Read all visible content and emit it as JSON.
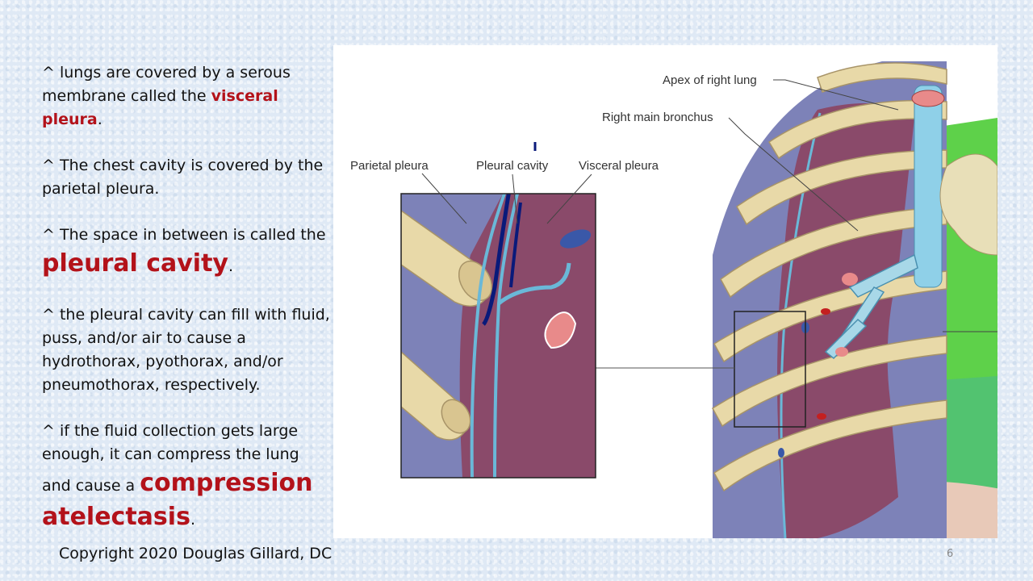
{
  "slide": {
    "bullet1": {
      "prefix": "^ lungs are covered by a serous membrane called the ",
      "highlight": "visceral pleura",
      "suffix": "."
    },
    "bullet2": {
      "text": "^ The chest cavity is covered by the parietal pleura."
    },
    "bullet3": {
      "prefix": "^ The space in between is called the",
      "highlight": "pleural cavity",
      "suffix": "."
    },
    "bullet4": {
      "text": "^ the pleural cavity can fill with fluid, puss, and/or air to cause a hydrothorax, pyothorax, and/or pneumothorax, respectively."
    },
    "bullet5": {
      "prefix": "^ if the fluid collection gets large enough, it can compress the lung",
      "prefix2": "and cause a ",
      "highlight": "compression atelectasis",
      "suffix": "."
    }
  },
  "figure": {
    "labels": {
      "apex": "Apex of right lung",
      "bronchus": "Right main bronchus",
      "parietal": "Parietal pleura",
      "cavity": "Pleural cavity",
      "visceral": "Visceral pleura"
    },
    "colors": {
      "lung": "#8a4a6a",
      "rib": "#e8d9a8",
      "green": "#5ed14a",
      "pleura_line": "#6ab8d8"
    }
  },
  "footer": {
    "copyright": "Copyright 2020 Douglas Gillard, DC",
    "slide_number": "6"
  }
}
